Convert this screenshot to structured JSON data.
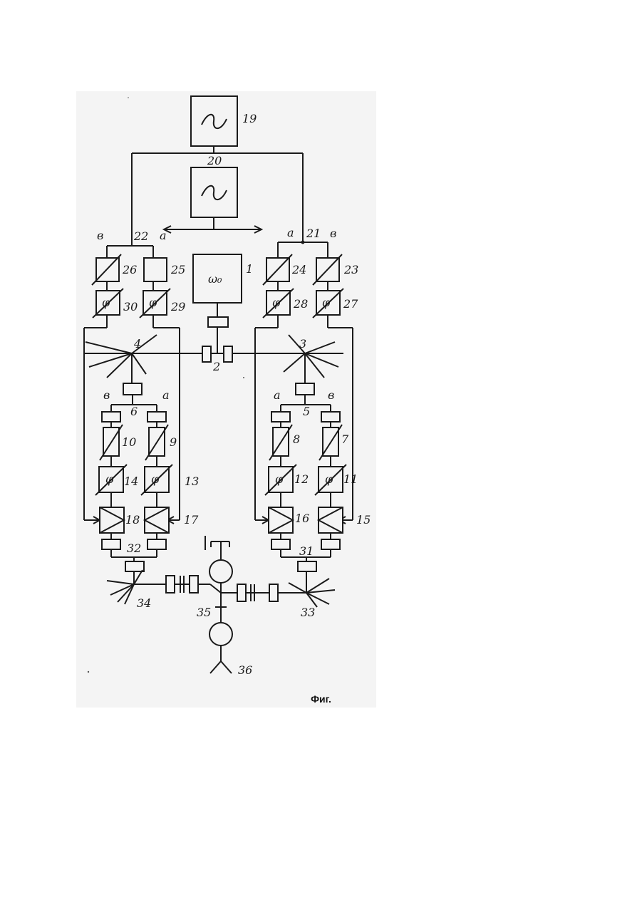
{
  "figure": {
    "caption": "Фиг.",
    "ink_color": "#1a1a1a",
    "paper_color": "#f4f4f4"
  },
  "labels": {
    "n1": "1",
    "n2": "2",
    "n3": "3",
    "n4": "4",
    "n5": "5",
    "n6": "6",
    "n7": "7",
    "n8": "8",
    "n9": "9",
    "n10": "10",
    "n11": "11",
    "n12": "12",
    "n13": "13",
    "n14": "14",
    "n15": "15",
    "n16": "16",
    "n17": "17",
    "n18": "18",
    "n19": "19",
    "n20": "20",
    "n21": "21",
    "n22": "22",
    "n23": "23",
    "n24": "24",
    "n25": "25",
    "n26": "26",
    "n27": "27",
    "n28": "28",
    "n29": "29",
    "n30": "30",
    "n31": "31",
    "n32": "32",
    "n33": "33",
    "n34": "34",
    "n35": "35",
    "n36": "36",
    "a": "a",
    "b": "в",
    "phi": "φ",
    "omega0": "ω₀"
  }
}
